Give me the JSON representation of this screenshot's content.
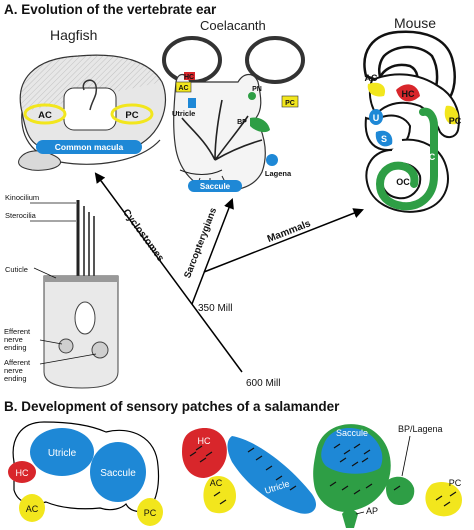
{
  "figure": {
    "section_a_title": "A. Evolution of the vertebrate ear",
    "section_b_title": "B. Development of sensory patches of a salamander"
  },
  "panel_a": {
    "organisms": {
      "hagfish": "Hagfish",
      "coelacanth": "Coelacanth",
      "mouse": "Mouse"
    },
    "hagfish_labels": {
      "ac": "AC",
      "pc": "PC",
      "common_macula": "Common macula"
    },
    "coelacanth_labels": {
      "hc": "HC",
      "ac": "AC",
      "pn": "PN",
      "pc": "PC",
      "utricle": "Utricle",
      "bp": "BP",
      "saccule": "Saccule",
      "lagena": "Lagena"
    },
    "mouse_labels": {
      "ac": "AC",
      "hc": "HC",
      "pc": "PC",
      "u": "U",
      "s": "S",
      "c": "C",
      "oc": "OC"
    },
    "hair_cell_labels": {
      "kinocilium": "Kinocilium",
      "sterocilia": "Sterocilia",
      "cuticle": "Cuticle",
      "efferent": "Efferent nerve ending",
      "afferent": "Afferent nerve ending"
    },
    "lineages": {
      "cyclostomes": "Cyclostomes",
      "sarcopterygians": "Sarcopterygians",
      "mammals": "Mammals"
    },
    "times": {
      "t600": "600 Mill",
      "t350": "350 Mill"
    }
  },
  "panel_b": {
    "schematic": {
      "utricle": "Utricle",
      "saccule": "Saccule",
      "hc": "HC",
      "ac": "AC",
      "pc": "PC"
    },
    "stained": {
      "hc": "HC",
      "utricle": "Utricle",
      "saccule": "Saccule",
      "bp_lagena": "BP/Lagena",
      "ac": "AC",
      "pc": "PC",
      "ap": "AP"
    }
  },
  "colors": {
    "blue": "#1e88d6",
    "yellow": "#f2e61d",
    "red": "#d8262b",
    "green": "#2e9e45",
    "dark_green": "#1a6b34"
  }
}
